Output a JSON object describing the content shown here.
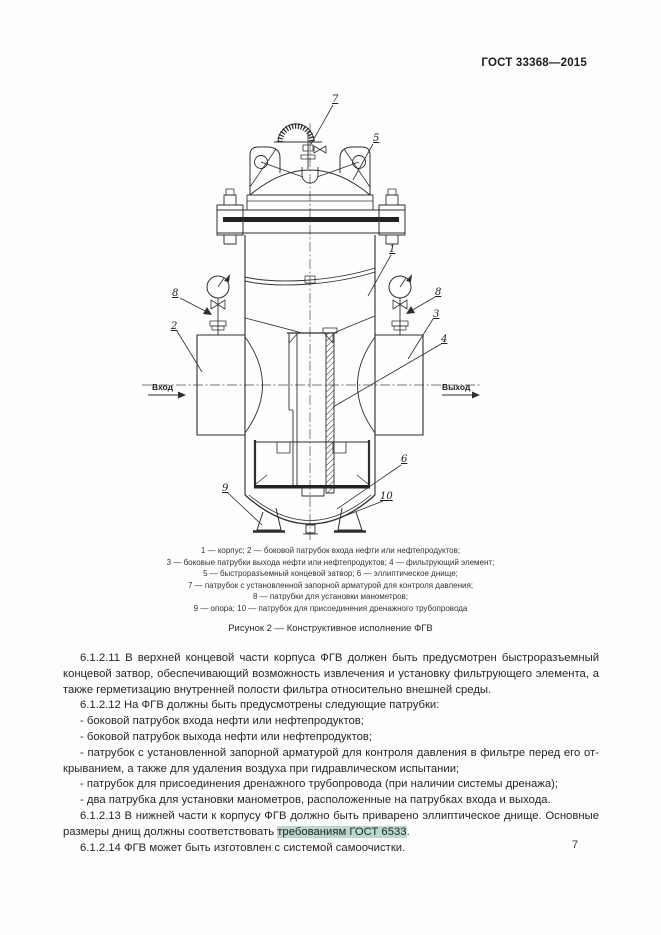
{
  "header": {
    "doc_number": "ГОСТ 33368—2015"
  },
  "figure": {
    "callouts": {
      "c1": "1",
      "c2": "2",
      "c3": "3",
      "c4": "4",
      "c5": "5",
      "c6": "6",
      "c7": "7",
      "c8_left": "8",
      "c8_right": "8",
      "c9": "9",
      "c10": "10"
    },
    "inlet_label": "Вход",
    "outlet_label": "Выход",
    "legend_lines": [
      "1 — корпус; 2 — боковой патрубок входа нефти или нефтепродуктов;",
      "3 — боковые патрубки выхода нефти или нефтепродуктов; 4 — фильтрующий элемент;",
      "5 — быстроразъемный концевой затвор; 6 — эллиптическое днище;",
      "7 — патрубок с установленной запорной арматурой для контроля давления;",
      "8 — патрубки для установки манометров;",
      "9 — опора; 10 — патрубок для присоединения дренажного трубопровода"
    ],
    "caption": "Рисунок 2 — Конструктивное исполнение ФГВ"
  },
  "body": {
    "p_6_1_2_11": "6.1.2.11  В верхней концевой части корпуса ФГВ должен быть предусмотрен быстроразъемный концевой затвор, обеспечивающий возможность извлечения и установку фильтрующего элемента, а также герметизацию внутренней полости фильтра относительно внешней среды.",
    "p_6_1_2_12": "6.1.2.12  На ФГВ должны быть предусмотрены следующие патрубки:",
    "items": [
      "- боковой патрубок входа нефти или нефтепродуктов;",
      "- боковой патрубок выхода нефти или нефтепродуктов;",
      "- патрубок с установленной запорной арматурой для контроля давления в фильтре перед его от­крыванием, а также для удаления воздуха при гидравлическом испытании;",
      "- патрубок для присоединения дренажного трубопровода (при наличии системы дренажа);",
      "- два патрубка для установки манометров, расположенные на патрубках входа и выхода."
    ],
    "p_6_1_2_13_pre": "6.1.2.13  В нижней части к корпусу ФГВ должно быть приварено эллиптическое днище. Основные размеры днищ должны соответствовать ",
    "p_6_1_2_13_ref": "требованиям ГОСТ 6533",
    "p_6_1_2_13_post": ".",
    "p_6_1_2_14": "6.1.2.14  ФГВ может быть изготовлен с системой самоочистки."
  },
  "footer": {
    "page_number": "7"
  }
}
